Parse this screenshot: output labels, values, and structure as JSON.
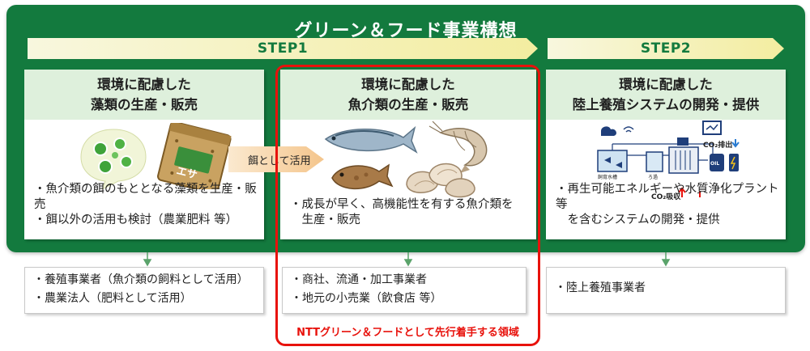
{
  "title": "グリーン＆フード事業構想",
  "steps": [
    {
      "label": "STEP1"
    },
    {
      "label": "STEP2"
    }
  ],
  "cards": [
    {
      "title_lines": [
        "環境に配慮した",
        "藻類の生産・販売"
      ],
      "bullets": [
        "・魚介類の餌のもととなる藻類を生産・販売",
        "・餌以外の活用も検討（農業肥料 等）"
      ],
      "bag_label": "エサ"
    },
    {
      "title_lines": [
        "環境に配慮した",
        "魚介類の生産・販売"
      ],
      "bullets": [
        "・成長が早く、高機能性を有する魚介類を",
        "　生産・販売"
      ]
    },
    {
      "title_lines": [
        "環境に配慮した",
        "陸上養殖システムの開発・提供"
      ],
      "bullets": [
        "・再生可能エネルギーや水質浄化プラント等",
        "　を含むシステムの開発・提供"
      ],
      "diagram_labels": {
        "co2_emission": "CO₂排出",
        "co2_absorption": "CO₂吸収",
        "tank": "飼育水槽",
        "filter": "ろ過",
        "oil": "OIL"
      }
    }
  ],
  "feed_arrow_label": "餌として活用",
  "customers": [
    [
      "・養殖事業者（魚介類の飼料として活用）",
      "・農業法人（肥料として活用）"
    ],
    [
      "・商社、流通・加工事業者",
      "・地元の小売業（飲食店 等）"
    ],
    [
      "・陸上養殖事業者"
    ]
  ],
  "red_caption": "NTTグリーン＆フードとして先行着手する領域",
  "colors": {
    "frame_green": "#137a3e",
    "card_header_green": "#def0dc",
    "step_yellow": "#f3eda0",
    "highlight_red": "#e8120c",
    "feed_arrow_orange": "#f4c58c"
  }
}
